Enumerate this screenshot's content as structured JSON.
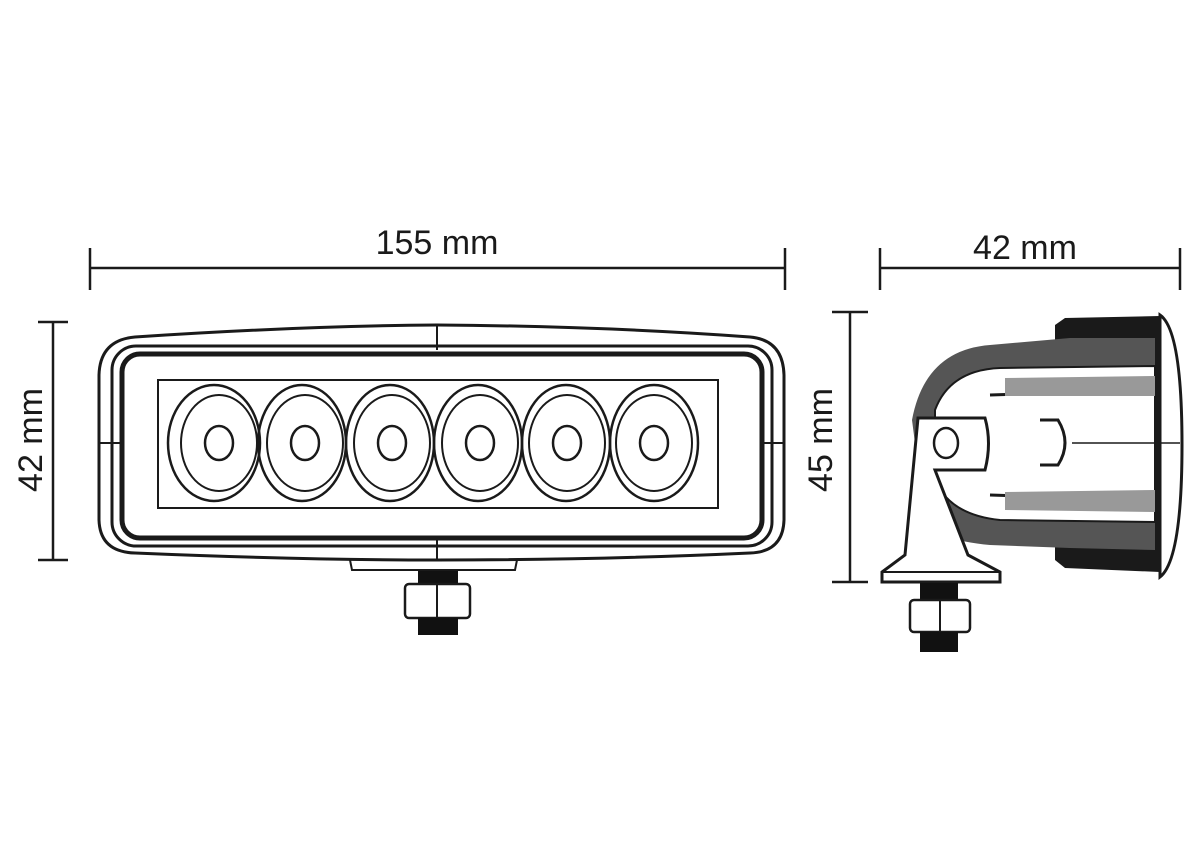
{
  "title": "LED work light dimension drawing",
  "front_view": {
    "width_label": "155 mm",
    "height_label": "42 mm",
    "led_count": 6
  },
  "side_view": {
    "depth_label": "42 mm",
    "height_label": "45 mm"
  }
}
